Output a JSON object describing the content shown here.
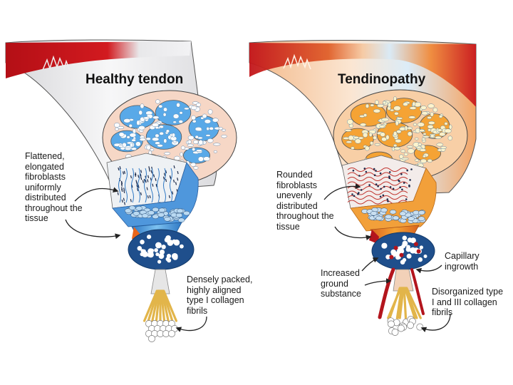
{
  "panels": {
    "healthy": {
      "title": "Healthy tendon",
      "fibroblast_label": "Flattened,\nelongated\nfibroblasts\nuniformly\ndistributed\nthroughout the\ntissue",
      "collagen_label": "Densely packed,\nhighly aligned\ntype I collagen\nfibrils",
      "colors": {
        "fascicle": "#59a9e8",
        "collagen": "#e8c15a",
        "muscle": "#c4141a"
      }
    },
    "tendinopathy": {
      "title": "Tendinopathy",
      "fibroblast_label": "Rounded\nfibroblasts\nunevenly\ndistributed\nthroughout the\ntissue",
      "capillary_label": "Capillary\ningrowth",
      "ground_label": "Increased\nground\nsubstance",
      "collagen_label": "Disorganized type\nI and III collagen\nfibrils",
      "colors": {
        "fascicle": "#f5a334",
        "collagen": "#e8c15a",
        "muscle": "#c4141a",
        "capillary": "#b3151d"
      }
    }
  }
}
